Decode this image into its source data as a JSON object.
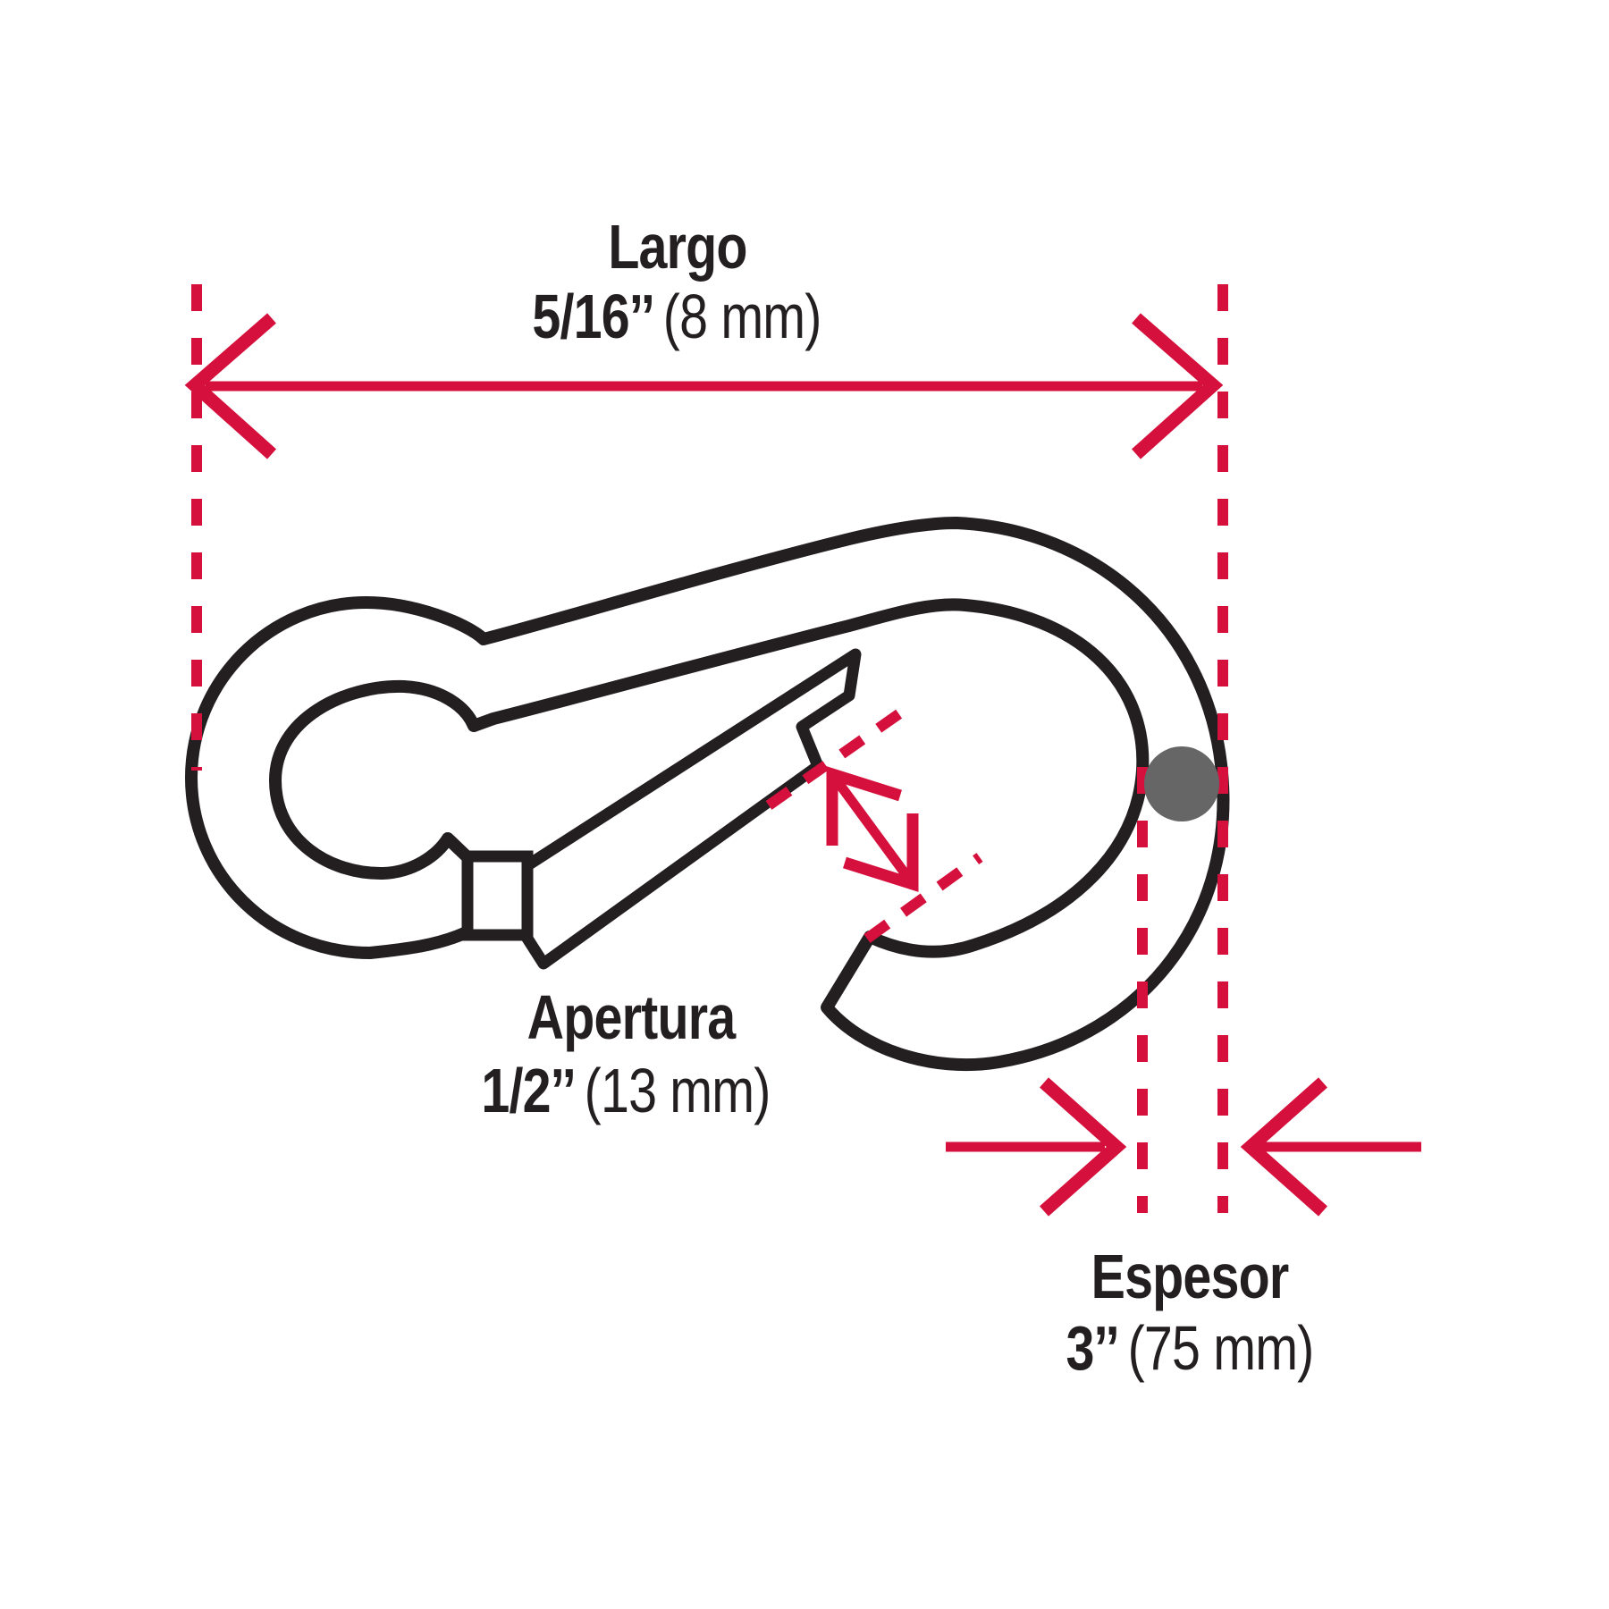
{
  "colors": {
    "dimension_red": "#d5103c",
    "outline_black": "#231f20",
    "rivet_gray": "#666667",
    "background": "#ffffff",
    "text": "#231f20"
  },
  "labels": {
    "largo": {
      "title": "Largo",
      "value_number": "5/16’’",
      "value_metric": "(8 mm)"
    },
    "apertura": {
      "title": "Apertura",
      "value_number": "1/2’’",
      "value_metric": "(13 mm)"
    },
    "espesor": {
      "title": "Espesor",
      "value_number": "3’’",
      "value_metric": "(75 mm)"
    }
  }
}
